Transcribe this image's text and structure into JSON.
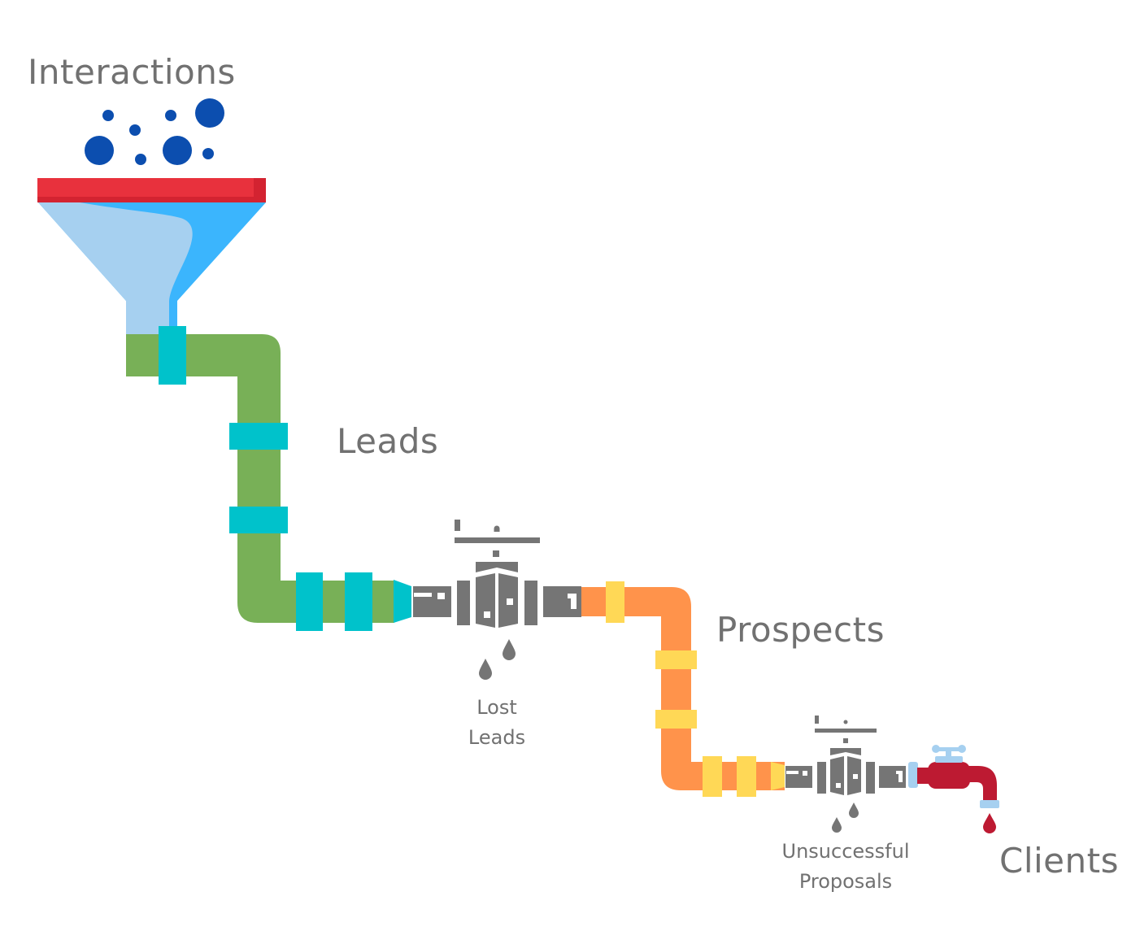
{
  "stages": {
    "interactions": "Interactions",
    "leads": "Leads",
    "prospects": "Prospects",
    "clients": "Clients"
  },
  "losses": {
    "lost_leads": [
      "Lost",
      "Leads"
    ],
    "unsuccessful_proposals": [
      "Unsuccessful",
      "Proposals"
    ]
  },
  "colors": {
    "text": "#717171",
    "bubbles": "#0c4eaf",
    "funnel_rim": "#e8313d",
    "funnel_rim_dark": "#d32331",
    "funnel_light": "#a6d0f0",
    "funnel_blue": "#3bb5fd",
    "pipe_green": "#78b057",
    "clamp_teal": "#00c2cb",
    "valve_gray": "#757575",
    "pipe_orange": "#ff934b",
    "clamp_yellow": "#ffd856",
    "faucet_red": "#bd1a32",
    "faucet_light": "#a6d0f0",
    "drop_red": "#bd1a32"
  }
}
